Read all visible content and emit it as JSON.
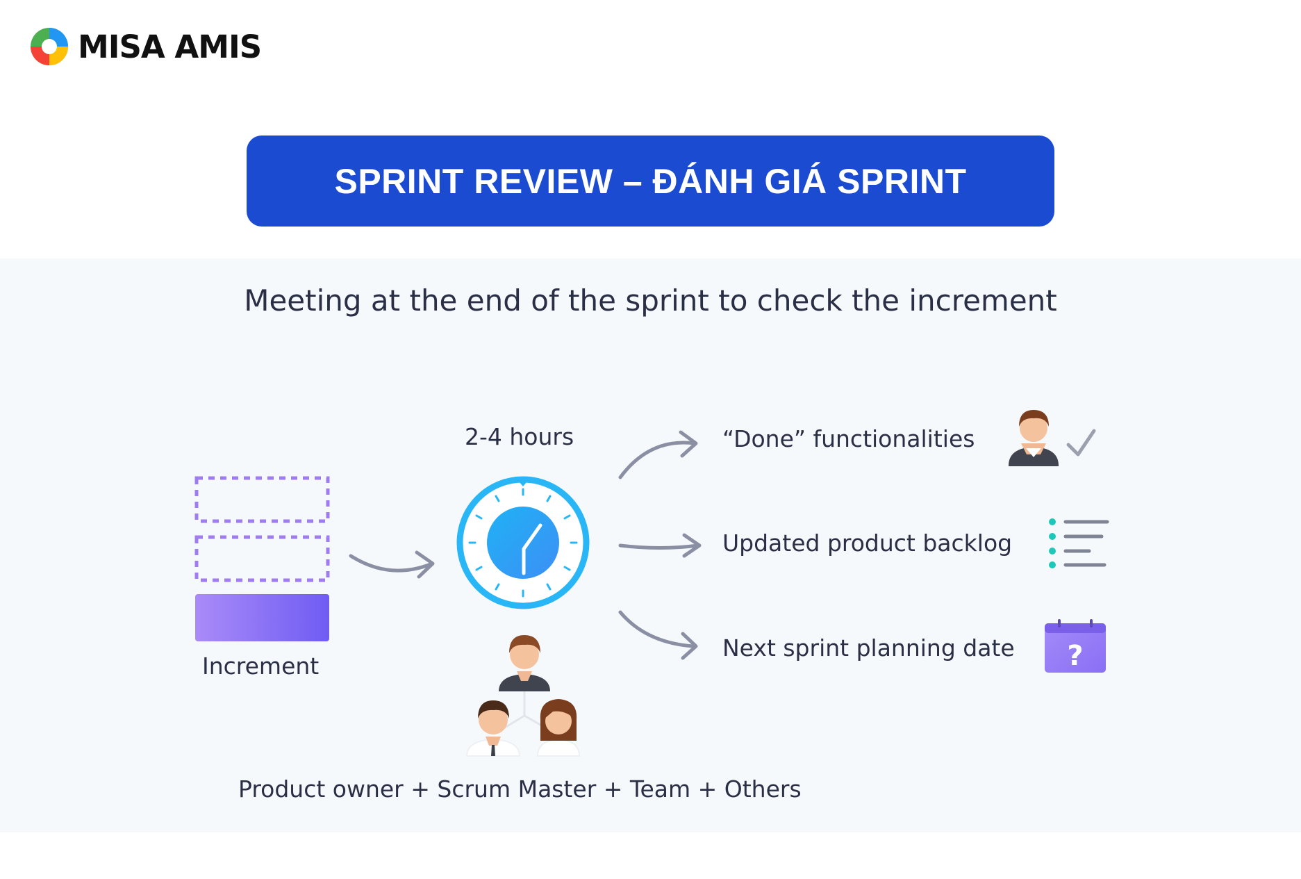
{
  "logo": {
    "text": "MISA AMIS"
  },
  "banner": {
    "title": "SPRINT REVIEW –  ĐÁNH GIÁ SPRINT"
  },
  "subtitle": "Meeting at the end of the sprint to check the increment",
  "increment": {
    "label": "Increment"
  },
  "timer": {
    "duration": "2-4 hours"
  },
  "outputs": [
    {
      "label": "“Done” functionalities",
      "icon": "person-check-icon"
    },
    {
      "label": "Updated product backlog",
      "icon": "list-icon"
    },
    {
      "label": "Next sprint planning date",
      "icon": "calendar-question-icon"
    }
  ],
  "participants": "Product owner + Scrum Master + Team + Others",
  "colors": {
    "banner": "#1a4bd1",
    "clock": "#29b6f6",
    "increment_purple": "#8b6cf6",
    "list_dots": "#1ec8b8",
    "arrows": "#8a8fa3"
  }
}
